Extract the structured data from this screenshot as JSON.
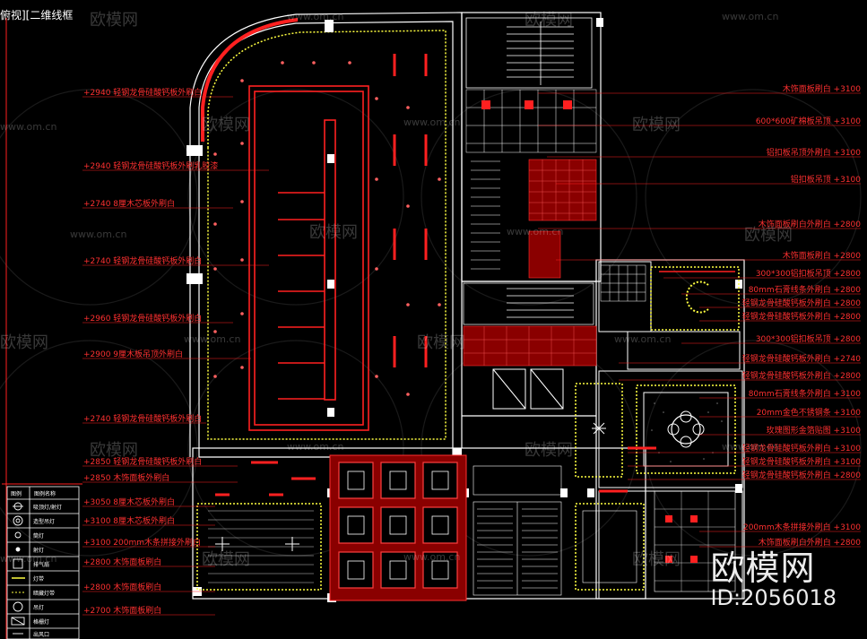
{
  "app": {
    "viewport_label": "俯视][二维线框",
    "accent_red": "#ff2020",
    "wall_color": "#ffffff",
    "dim_color": "#ffff40"
  },
  "watermark": {
    "site": "www.om.cn",
    "brand": "欧模网",
    "corner_brand": "欧模网",
    "corner_id": "ID:2056018"
  },
  "labels_left": [
    "+2940 轻钢龙骨硅酸钙板外刷白",
    "+2940 轻钢龙骨硅酸钙板外刷乳胶漆",
    "+2740 8厘木芯板外刷白",
    "+2740 轻钢龙骨硅酸钙板外刷白",
    "+2960 轻钢龙骨硅酸钙板外刷白",
    "+2900 9厘木板吊顶外刷白",
    "+2740 轻钢龙骨硅酸钙板外刷白",
    "+2850 轻钢龙骨硅酸钙板外刷白",
    "+2850 木饰面板外刷白",
    "+3050 8厘木芯板外刷白",
    "+3100 8厘木芯板外刷白",
    "+3100 200mm木条拼接外刷白",
    "+2800 木饰面板刷白",
    "+2800 木饰面板刷白",
    "+2700 木饰面板刷白"
  ],
  "labels_right": [
    "木饰面板刷白 +3100",
    "600*600矿棉板吊顶 +3100",
    "铝扣板吊顶外刷白 +3100",
    "铝扣板吊顶 +3100",
    "木饰面板刷白外刷白 +2800",
    "木饰面板刷白 +2800",
    "300*300铝扣板吊顶 +2800",
    "80mm石膏线条外刷白 +2800",
    "轻钢龙骨硅酸钙板外刷白 +2800",
    "轻钢龙骨硅酸钙板外刷白 +2800",
    "300*300铝扣板吊顶 +2800",
    "轻钢龙骨硅酸钙板外刷白 +2740",
    "轻钢龙骨硅酸钙板外刷白 +2800",
    "80mm石膏线条外刷白 +3100",
    "20mm金色不锈钢条 +3100",
    "玫瑰图形金箔贴图 +3100",
    "轻钢龙骨硅酸钙板外刷白 +3100",
    "轻钢龙骨硅酸钙板外刷白 +3100",
    "轻钢龙骨硅酸钙板外刷白 +2800",
    "200mm木条拼接外刷白 +3100",
    "木饰面板刷白外刷白 +2800"
  ],
  "legend": {
    "header": [
      "图例",
      "图例名称"
    ],
    "rows": [
      "吸顶灯/射灯",
      "造型吊灯",
      "筒灯",
      "射灯",
      "排气扇",
      "灯带",
      "暗藏灯带",
      "吊灯",
      "格栅灯",
      "出风口"
    ]
  }
}
